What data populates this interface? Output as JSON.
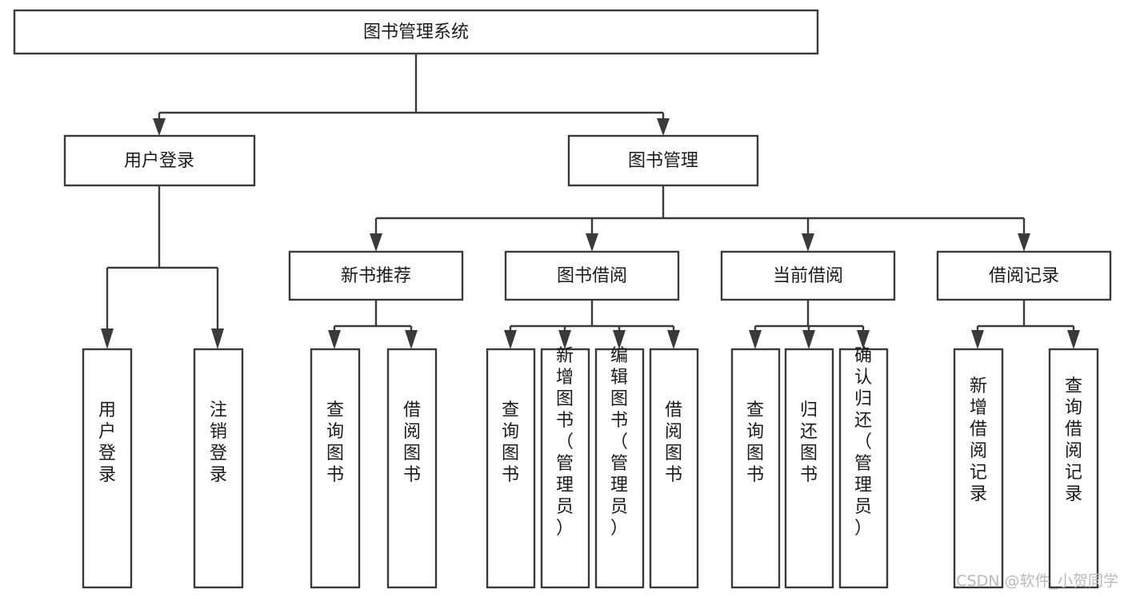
{
  "diagram": {
    "type": "tree",
    "title": "图书管理系统",
    "orientation": "top-down",
    "colors": {
      "stroke": "#3a3a3a",
      "box_fill": "#ffffff",
      "text": "#1b1b1b",
      "background": "#ffffff",
      "watermark": "#b9b9b9"
    },
    "levels": {
      "root": {
        "label": "图书管理系统"
      },
      "level2": [
        {
          "label": "用户登录"
        },
        {
          "label": "图书管理"
        }
      ],
      "level3": [
        {
          "label": "新书推荐"
        },
        {
          "label": "图书借阅"
        },
        {
          "label": "当前借阅"
        },
        {
          "label": "借阅记录"
        }
      ],
      "leaves_user_login": [
        {
          "label": "用户登录"
        },
        {
          "label": "注销登录"
        }
      ],
      "leaves_new_book": [
        {
          "label": "查询图书"
        },
        {
          "label": "借阅图书"
        }
      ],
      "leaves_borrow": [
        {
          "label": "查询图书"
        },
        {
          "label": "新增图书（管理员）"
        },
        {
          "label": "编辑图书（管理员）"
        },
        {
          "label": "借阅图书"
        }
      ],
      "leaves_current": [
        {
          "label": "查询图书"
        },
        {
          "label": "归还图书"
        },
        {
          "label": "确认归还（管理员）"
        }
      ],
      "leaves_records": [
        {
          "label": "新增借阅记录"
        },
        {
          "label": "查询借阅记录"
        }
      ]
    }
  },
  "watermark": {
    "text": "CSDN @软件_小贺同学"
  }
}
